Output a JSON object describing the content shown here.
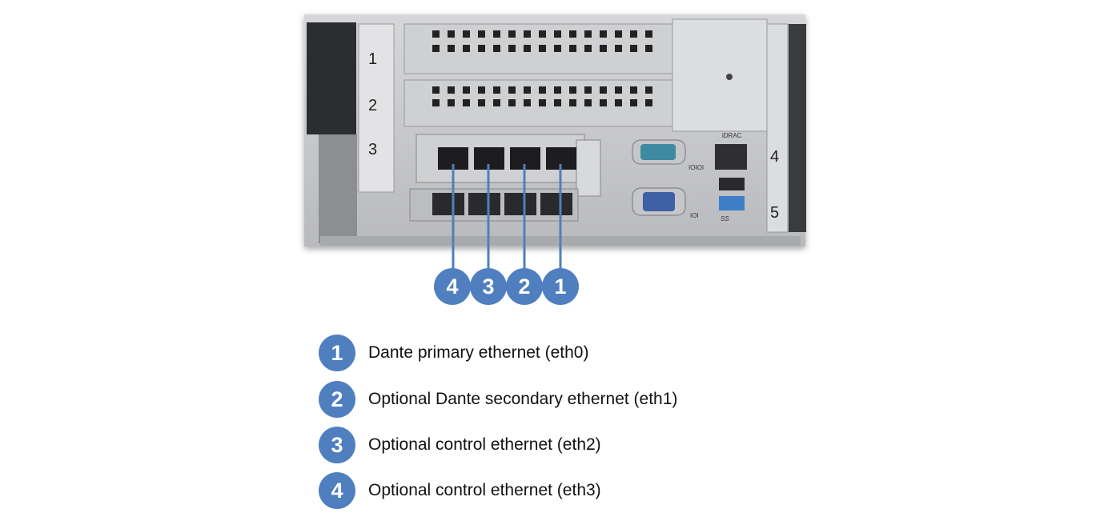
{
  "diagram": {
    "photo_labels": {
      "slots": [
        "1",
        "2",
        "3",
        "4",
        "5"
      ],
      "idrac": "iDRAC",
      "serial": "IOIOI",
      "vga": "IOI",
      "usb3": "SS"
    },
    "callouts": [
      "4",
      "3",
      "2",
      "1"
    ],
    "legend": [
      {
        "number": "1",
        "text": "Dante primary ethernet (eth0)"
      },
      {
        "number": "2",
        "text": "Optional Dante secondary ethernet (eth1)"
      },
      {
        "number": "3",
        "text": "Optional control ethernet (eth2)"
      },
      {
        "number": "4",
        "text": "Optional control ethernet (eth3)"
      }
    ],
    "colors": {
      "callout": "#4f7fbf",
      "chassis": "#c9cacc"
    }
  }
}
